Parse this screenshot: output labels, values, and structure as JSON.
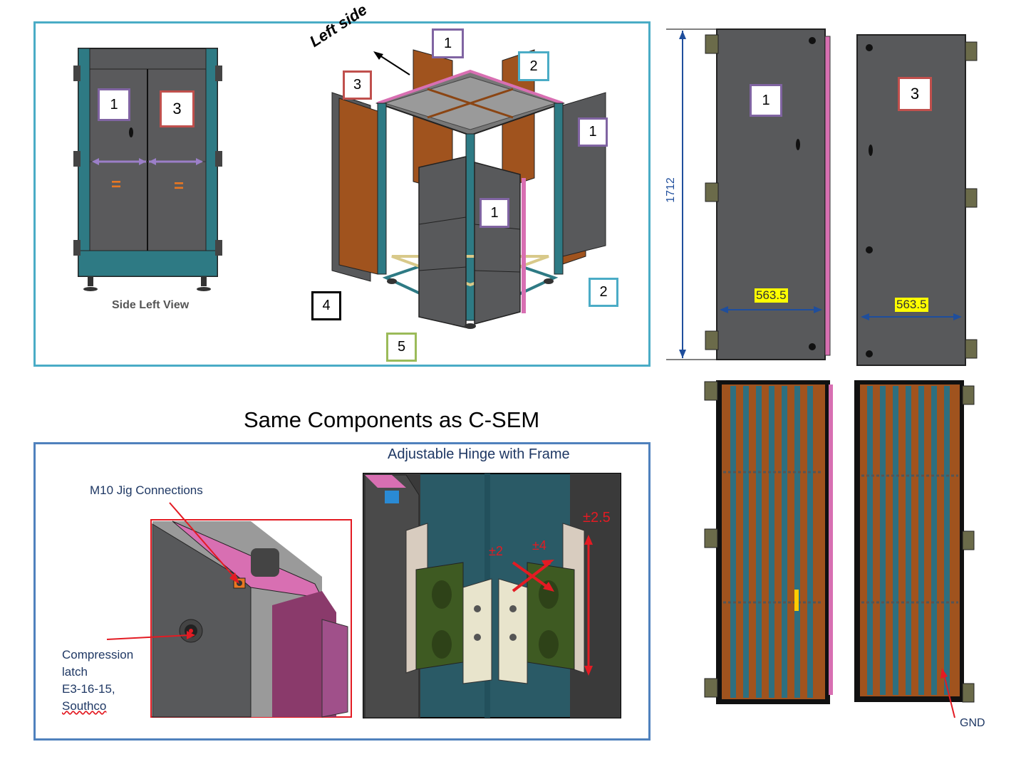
{
  "top_panel": {
    "side_view_caption": "Side Left View",
    "left_side_label": "Left side",
    "side_view_tags": [
      "1",
      "3"
    ],
    "equal_marks": [
      "=",
      "="
    ],
    "iso_tags": {
      "tag_1_top": "1",
      "tag_3": "3",
      "tag_2_top": "2",
      "tag_1_right": "1",
      "tag_1_front": "1",
      "tag_2_bottom": "2",
      "tag_4": "4",
      "tag_5": "5"
    }
  },
  "right_drawings": {
    "height_dim": "1712",
    "width_dim_left": "563.5",
    "width_dim_right": "563.5",
    "door_tag_left": "1",
    "door_tag_right": "3",
    "gnd_label": "GND"
  },
  "section_title": "Same Components as C-SEM",
  "bottom_panel": {
    "m10_label": "M10 Jig Connections",
    "latch_label_lines": [
      "Compression",
      "latch",
      "E3-16-15,",
      "Southco"
    ],
    "hinge_title": "Adjustable Hinge with Frame",
    "tolerances": {
      "t2": "±2",
      "t4": "±4",
      "t25": "±2.5"
    }
  },
  "colors": {
    "top_border": "#4aacc6",
    "bottom_border": "#4f81bd",
    "purple": "#8064a2",
    "red": "#c0504d",
    "teal": "#4bacc6",
    "green": "#9bbb59",
    "door_gray": "#58595b",
    "frame_teal": "#2e7a84",
    "wood": "#a0531e",
    "pink": "#d86fb2",
    "highlight_yellow": "#ffff00",
    "dim_blue": "#1f4e9c",
    "annotation_red": "#e31b23",
    "text_blue": "#1f3864"
  }
}
